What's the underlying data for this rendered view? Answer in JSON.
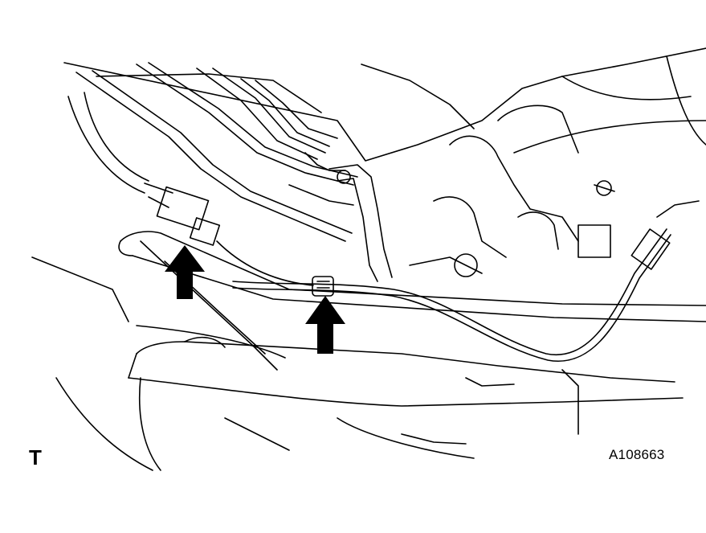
{
  "diagram": {
    "corner_mark": "T",
    "figure_id": "A108663",
    "callouts": [
      {
        "name": "connector-arrow",
        "kind": "up-arrow",
        "points_to": "sensor-connector"
      },
      {
        "name": "clamp-arrow",
        "kind": "up-arrow",
        "points_to": "wire-clamp"
      }
    ],
    "colors": {
      "ink": "#000000",
      "paper": "#ffffff"
    }
  }
}
